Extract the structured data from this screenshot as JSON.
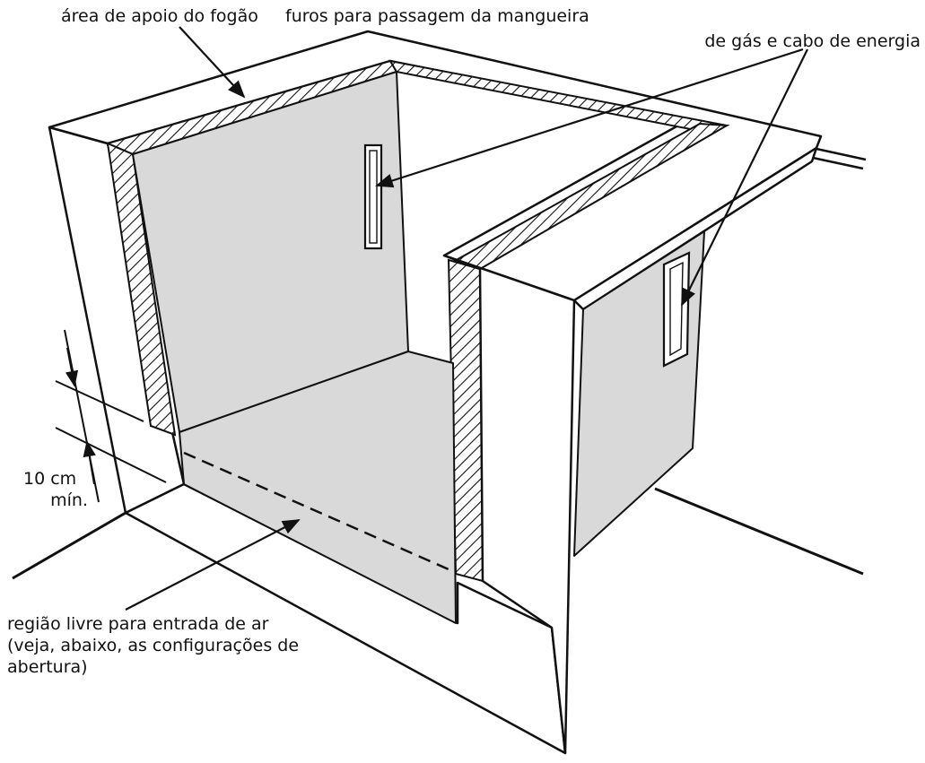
{
  "labels": {
    "stove_support": "área de apoio do fogão",
    "holes_line1": "furos para passagem da mangueira",
    "holes_line2": "de gás e cabo de energia",
    "dimension_value": "10 cm",
    "dimension_min": "mín.",
    "air_line1": "região livre para entrada de ar",
    "air_line2": "(veja, abaixo, as configurações de",
    "air_line3": "abertura)"
  },
  "colors": {
    "stroke": "#111111",
    "panel_fill": "#d9d9d9",
    "white": "#ffffff"
  }
}
